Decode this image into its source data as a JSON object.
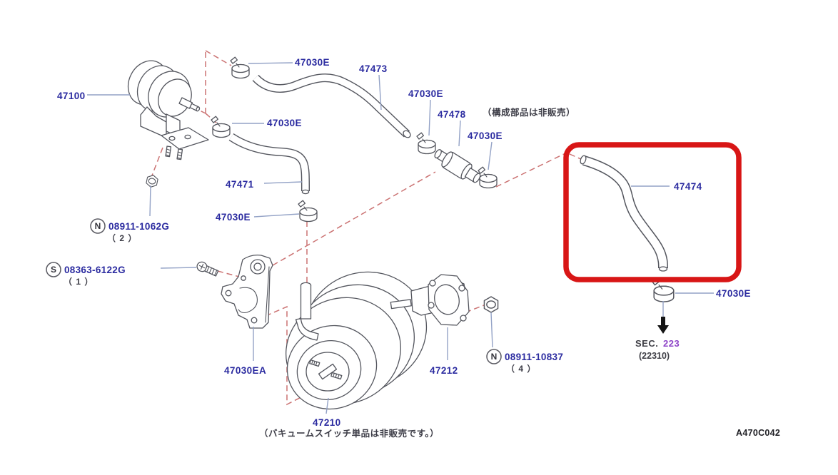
{
  "drawing_code": "A470C042",
  "section_ref": {
    "label": "SEC.",
    "number": "223",
    "code": "(22310)"
  },
  "notes": {
    "components": "（構成部品は非販売）",
    "vacuum_switch": "（バキュームスイッチ単品は非販売です。）"
  },
  "parts": {
    "canister": "47100",
    "clamp": "47030E",
    "hose_upper": "47473",
    "check_valve": "47478",
    "hose_left": "47471",
    "hose_highlighted": "47474",
    "bracket": "47030EA",
    "booster": "47210",
    "gasket": "47212"
  },
  "hardware": {
    "nut_small": {
      "symbol": "N",
      "number": "08911-1062G",
      "qty": "（ 2 ）"
    },
    "screw": {
      "symbol": "S",
      "number": "08363-6122G",
      "qty": "（ 1 ）"
    },
    "nut_booster": {
      "symbol": "N",
      "number": "08911-10837",
      "qty": "（ 4 ）"
    }
  },
  "colors": {
    "label": "#2b2ba0",
    "highlight_box": "#d81616",
    "section_number": "#8e44c8"
  }
}
